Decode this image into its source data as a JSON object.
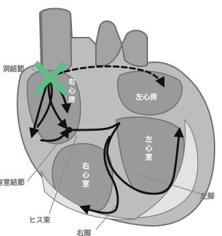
{
  "labels": {
    "sa_node": "洞結節",
    "av_node": "房室結節",
    "his_bundle": "ヒス束",
    "right_atrium": [
      "右",
      "心",
      "房"
    ],
    "left_atrium": "左心房",
    "left_ventricle": [
      "左",
      "心",
      "室"
    ],
    "right_ventricle": [
      "右",
      "心",
      "室"
    ],
    "left_bundle": "左脚",
    "right_bundle": "右脚"
  },
  "colors": {
    "outline": "#6e6e6e",
    "fill_dark": "#a3a3a3",
    "fill_mid": "#bdbdbd",
    "fill_light": "#e3e3e3",
    "chamber_shadow": "#8c8c8c",
    "path_line": "#111111",
    "block_cross": "#5dbf85"
  },
  "icons": {
    "block": "cross-mark-icon",
    "arrow": "arrowhead-icon"
  }
}
